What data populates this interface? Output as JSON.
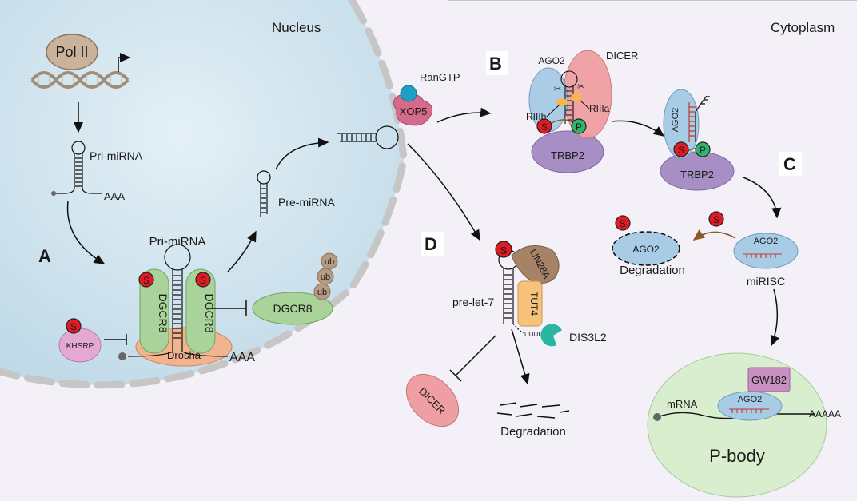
{
  "regions": {
    "nucleus": "Nucleus",
    "cytoplasm": "Cytoplasm",
    "p_body": "P-body"
  },
  "panels": {
    "a": "A",
    "b": "B",
    "c": "C",
    "d": "D"
  },
  "labels": {
    "pol2": "Pol II",
    "pri_mirna_top": "Pri-miRNA",
    "aaa_1": "AAA",
    "pri_mirna_complex": "Pri-miRNA",
    "pre_mirna": "Pre-miRNA",
    "dgcr8": "DGCR8",
    "dgcr8_degraded": "DGCR8",
    "drosha": "Drosha",
    "aaa_2": "AAA",
    "khsrp": "KHSRP",
    "ub": "ub",
    "s": "S",
    "p": "P",
    "rangtp": "RanGTP",
    "xpo5": "XOP5",
    "ago2": "AGO2",
    "dicer": "DICER",
    "riiib": "RIIIb",
    "riiia": "RIIIa",
    "trbp2": "TRBP2",
    "lin28a": "LIN28A",
    "tut4": "TUT4",
    "pre_let7": "pre-let-7",
    "uuuuu": "UUUUU",
    "dis3l2": "DIS3L2",
    "dicer_inhibited": "DICER",
    "degradation_d": "Degradation",
    "degradation_c": "Degradation",
    "mirisc": "miRISC",
    "gw182": "GW182",
    "mrna": "mRNA",
    "aaaaa": "AAAAA"
  },
  "colors": {
    "nucleus_fill": "#cfe3ee",
    "cytoplasm_fill": "#f3f1f7",
    "membrane": "#b8b8b8",
    "pol2": "#c9b39b",
    "dgcr8": "#a9d39a",
    "drosha": "#f2b48e",
    "khsrp": "#e3a9d4",
    "ub": "#b79a82",
    "s_marker": "#e01b24",
    "p_marker": "#2fb36d",
    "rangtp": "#1e9fc4",
    "xpo5": "#d66a8a",
    "ago2": "#a8cbe6",
    "dicer": "#ef9fa3",
    "trbp2": "#a78fc6",
    "lin28a": "#a68267",
    "tut4": "#f7c27a",
    "dis3l2": "#2bb6a4",
    "p_body": "#d9edcf",
    "gw182": "#c790c0"
  }
}
